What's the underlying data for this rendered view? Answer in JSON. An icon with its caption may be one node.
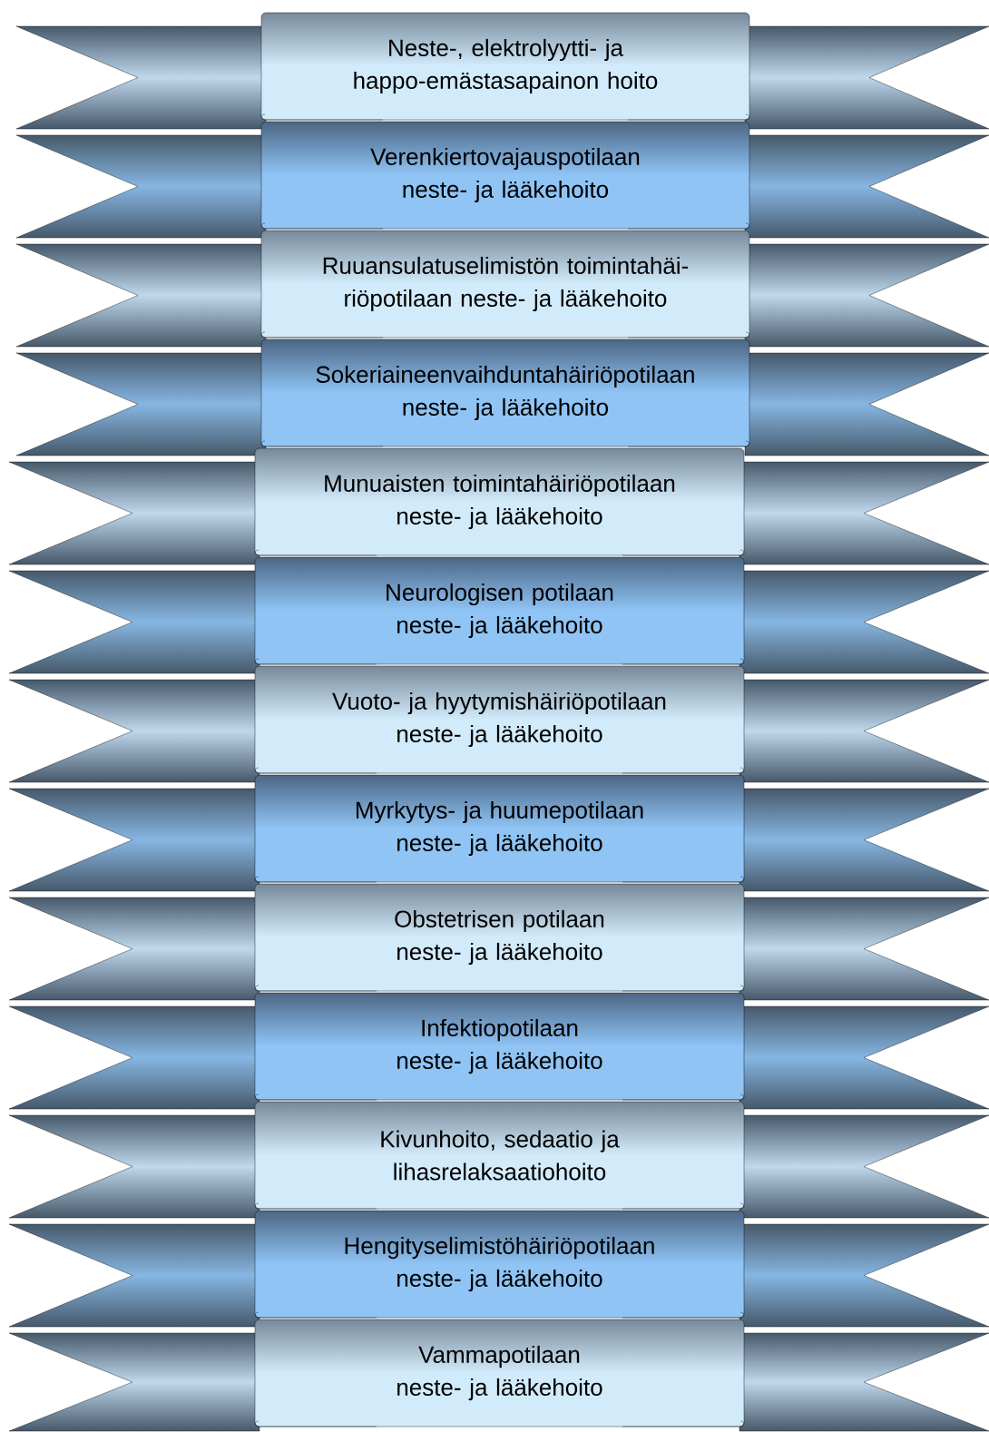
{
  "diagram": {
    "nodes": [
      {
        "text": [
          "Neste-, elektrolyytti- ja happo-emästasapainon hoito"
        ]
      },
      {
        "text": [
          "Verenkiertovajauspotilaan neste- ja lääkehoito"
        ]
      },
      {
        "text": [
          "Ruuansulatuselimistön toimintahäi- riöpotilaan neste- ja lääkehoito"
        ]
      },
      {
        "text": [
          "Sokeriaineenvaihduntahäiriöpotilaan neste- ja lääkehoito"
        ]
      },
      {
        "text": [
          "Munuaisten toimintahäiriöpotilaan neste- ja lääkehoito"
        ]
      },
      {
        "text": [
          "Neurologisen potilaan neste- ja lääkehoito"
        ]
      },
      {
        "text": [
          "Vuoto- ja hyytymishäiriöpotilaan neste- ja lääkehoito"
        ]
      },
      {
        "text": [
          "Myrkytys- ja huumepotilaan neste- ja lääkehoito"
        ]
      },
      {
        "text": [
          "Obstetrisen potilaan neste- ja lääkehoito"
        ]
      },
      {
        "text": [
          "Infektiopotilaan neste- ja lääkehoito"
        ]
      },
      {
        "text": [
          "Kivunhoito, sedaatio ja lihasrelaksaatiohoito"
        ]
      },
      {
        "text": [
          "Hengityselimistöhäiriöpotilaan neste- ja lääkehoito"
        ]
      },
      {
        "text": [
          "Vammapotilaan neste- ja lääkehoito"
        ]
      }
    ]
  }
}
